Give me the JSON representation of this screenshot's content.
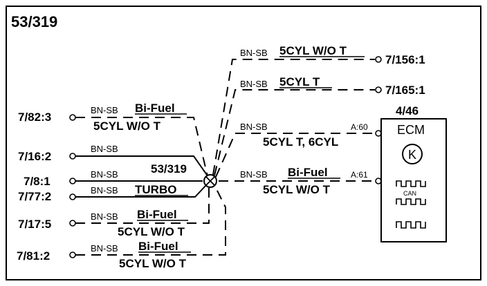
{
  "diagram": {
    "title": "53/319",
    "node_label": "53/319",
    "left": [
      {
        "pin": "7/82:3",
        "color": "BN-SB",
        "label1": "Bi-Fuel",
        "label2": "5CYL W/O T"
      },
      {
        "pin": "7/16:2",
        "color": "BN-SB"
      },
      {
        "pin": "7/8:1",
        "color": "BN-SB"
      },
      {
        "pin": "7/77:2",
        "color": "BN-SB",
        "label1": "TURBO"
      },
      {
        "pin": "7/17:5",
        "color": "BN-SB",
        "label1": "Bi-Fuel",
        "label2": "5CYL W/O T"
      },
      {
        "pin": "7/81:2",
        "color": "BN-SB",
        "label1": "Bi-Fuel",
        "label2": "5CYL W/O T"
      }
    ],
    "right": [
      {
        "pin": "7/156:1",
        "color": "BN-SB",
        "label": "5CYL W/O T"
      },
      {
        "pin": "7/165:1",
        "color": "BN-SB",
        "label": "5CYL T"
      },
      {
        "color": "BN-SB",
        "label": "5CYL T, 6CYL",
        "terminal": "A:60"
      },
      {
        "color": "BN-SB",
        "label1": "Bi-Fuel",
        "label2": "5CYL W/O T",
        "terminal": "A:61"
      }
    ],
    "ecm": {
      "ref": "4/46",
      "name": "ECM",
      "k_symbol": "K",
      "can_label": "CAN"
    }
  }
}
